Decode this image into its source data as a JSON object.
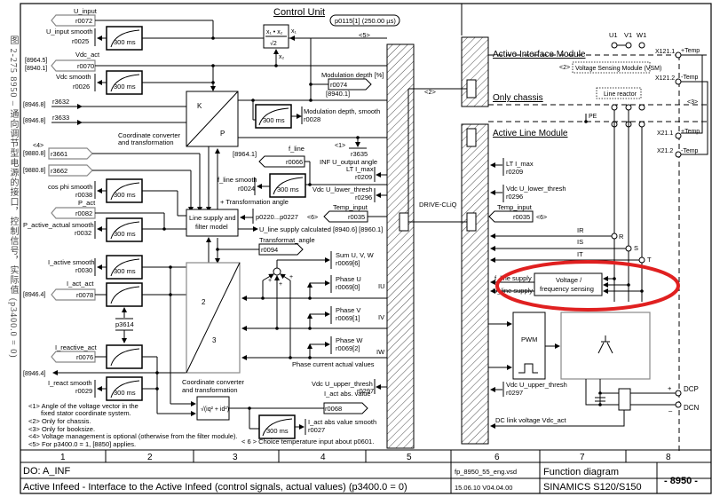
{
  "side_caption": "图 2-275   8950 – 通向调节型电源的接口，控制信号，实际值 (p3400.0 = 0)",
  "header": {
    "control_unit": "Control Unit",
    "sample_time": "p0115[1] (250.00 µs)",
    "note5_ref": "<5>"
  },
  "left_signals": {
    "u_input": {
      "label": "U_input",
      "param": "r0072"
    },
    "u_input_smooth": {
      "label": "U_input smooth",
      "param": "r0025"
    },
    "vdc_act": {
      "label": "Vdc_act",
      "param": "r0070",
      "refs": [
        "[8964.5]",
        "[8940.1]"
      ]
    },
    "vdc_smooth": {
      "label": "Vdc smooth",
      "param": "r0026"
    },
    "r3632": {
      "ref": "[8946.8]",
      "param": "r3632"
    },
    "r3633": {
      "ref": "[8946.8]",
      "param": "r3633"
    },
    "note4": "<4>",
    "r3661": {
      "ref": "[9880.8]",
      "param": "r3661"
    },
    "r3662": {
      "ref": "[9880.8]",
      "param": "r3662"
    },
    "cos_phi": {
      "label": "cos phi smooth",
      "param": "r0038"
    },
    "p_act": {
      "label": "P_act",
      "param": "r0082"
    },
    "p_active": {
      "label": "P_active_actual smooth",
      "param": "r0032"
    },
    "i_active": {
      "label": "I_active smooth",
      "param": "r0030"
    },
    "i_act_act": {
      "label": "I_act_act",
      "param": "r0078",
      "ref": "[8946.4]"
    },
    "p3614": "p3614",
    "i_reactive": {
      "label": "I_reactive_act",
      "param": "r0076"
    },
    "ref_8946_4b": "[8946.4]",
    "i_react_smooth": {
      "label": "I_react smooth",
      "param": "r0029"
    }
  },
  "filter_time": "300 ms",
  "blocks": {
    "kp_k": "K",
    "kp_p": "P",
    "coord_conv": "Coordinate converter\nand transformation",
    "coord_conv_l1": "Coordinate converter",
    "coord_conv_l2": "and transformation",
    "line_supply_l1": "Line supply and",
    "line_supply_l2": "filter model",
    "tri_2": "2",
    "tri_3": "3",
    "sqrt_formula": "√(iq² + id²)",
    "mult_formula_top": "x₁ • x₂",
    "mult_formula_bot": "√2",
    "x1": "x₁",
    "x2": "x₂"
  },
  "center_signals": {
    "mod_depth": {
      "label": "Modulation depth [%]",
      "param": "r0074",
      "ref": "[8940.1]"
    },
    "mod_depth_smooth": {
      "label": "Modulation depth, smooth",
      "param": "r0028"
    },
    "note1": "<1>",
    "r3635": "r3635",
    "inf_angle": "INF U_output angle",
    "f_line": {
      "label": "f_line",
      "param": "r0066",
      "ref": "[8964.1]"
    },
    "f_line_smooth": {
      "label": "f_line smooth",
      "param": "r0024"
    },
    "lt_imax": {
      "label": "LT I_max",
      "param": "r0209"
    },
    "vdc_lower": {
      "label": "Vdc U_lower_thresh",
      "param": "r0296"
    },
    "transf_angle_plus": "+ Transformation angle",
    "p0220": "p0220...p0227",
    "temp_input": {
      "label": "Temp_input",
      "param": "r0035",
      "note": "<6>"
    },
    "u_line_calc": "U_line supply calculated [8940.6] [8960.1]",
    "transformat_angle": {
      "label": "Transformat_angle",
      "param": "r0094"
    },
    "sum_uvw": {
      "label": "Sum U, V, W",
      "param": "r0069[6]"
    },
    "phase_u": {
      "label": "Phase U",
      "param": "r0069[0]",
      "wire": "IU"
    },
    "phase_v": {
      "label": "Phase V",
      "param": "r0069[1]",
      "wire": "IV"
    },
    "phase_w": {
      "label": "Phase W",
      "param": "r0069[2]",
      "wire": "IW"
    },
    "phase_current": "Phase current actual values",
    "vdc_upper": {
      "label": "Vdc U_upper_thresh",
      "param": "r0297"
    },
    "i_act_abs": {
      "label": "I_act abs. value",
      "param": "r0068"
    },
    "i_act_abs_smooth": {
      "label": "I_act abs value smooth",
      "param": "r0027"
    },
    "plus": "+"
  },
  "notes": [
    "<1> Angle of the voltage vector in the",
    "fixed stator coordinate system.",
    "<2> Only for chassis.",
    "<3> Only for booksize.",
    "<4> Voltage management is optional (otherwise from the filter module).",
    "<5> For p3400.0 = 1, [8850] applies."
  ],
  "note6": "< 6 > Choice temperature input about p0601.",
  "bus": {
    "label": "DRIVE-CLiQ",
    "note2": "<2>"
  },
  "right": {
    "aim_title": "Active Interface Module",
    "vsm": "Voltage Sensing Module (VSM)",
    "vsm_note": "<2>",
    "only_chassis": "Only chassis",
    "line_reactor": "Line reactor",
    "alm_title": "Active Line Module",
    "pe": "PE",
    "terminals_top": [
      "U1",
      "V1",
      "W1"
    ],
    "x121_1": "X121.1",
    "x121_2": "X121.2",
    "x21_1": "X21.1",
    "x21_2": "X21.2",
    "temp_plus": "+Temp",
    "temp_minus": "-Temp",
    "note3": "<3>",
    "lt_imax": {
      "label": "LT I_max",
      "param": "r0209"
    },
    "vdc_lower": {
      "label": "Vdc U_lower_thresh",
      "param": "r0296"
    },
    "temp_input": {
      "label": "Temp_input",
      "param": "r0035",
      "note": "<6>"
    },
    "ir": "IR",
    "is": "IS",
    "it": "IT",
    "r": "R",
    "s": "S",
    "t": "T",
    "f_line_supply": "f_line supply",
    "u_line_supply": "U_line supply",
    "vf_sensing_l1": "Voltage /",
    "vf_sensing_l2": "frequency sensing",
    "pwm": "PWM",
    "vdc_upper": {
      "label": "Vdc U_upper_thresh",
      "param": "r0297"
    },
    "dc_link": "DC link voltage Vdc_act",
    "dcp": "DCP",
    "dcn": "DCN",
    "plus": "+",
    "minus": "–"
  },
  "highlight_color": "#e02020",
  "footer": {
    "columns": [
      "1",
      "2",
      "3",
      "4",
      "5",
      "6",
      "7",
      "8"
    ],
    "do": "DO: A_INF",
    "title": "Active Infeed - Interface to the Active Infeed (control signals, actual values) (p3400.0 = 0)",
    "file": "fp_8950_55_eng.vsd",
    "date_version": "15.06.10  V04.04.00",
    "fd_label": "Function diagram",
    "product": "SINAMICS S120/S150",
    "number": "- 8950 -"
  }
}
